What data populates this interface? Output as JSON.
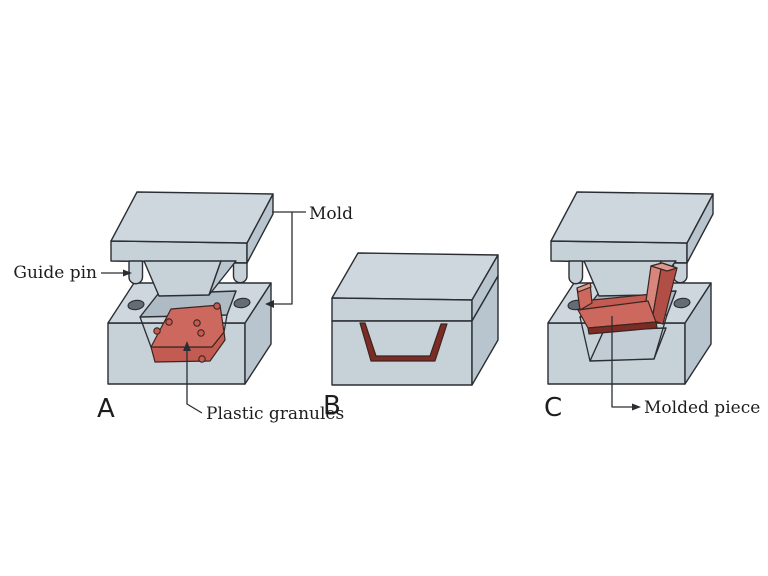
{
  "diagram": {
    "subject": "compression-molding-stages",
    "labels": {
      "mold": "Mold",
      "guide_pin": "Guide pin",
      "plastic_granules": "Plastic granules",
      "molded_piece": "Molded piece"
    },
    "stages": [
      {
        "letter": "A"
      },
      {
        "letter": "B"
      },
      {
        "letter": "C"
      }
    ],
    "colors": {
      "background": "#ffffff",
      "body_top": "#cdd7dd",
      "body_front": "#c6d1d8",
      "body_side": "#b9c5ce",
      "cavity_wall": "#aebbc4",
      "cavity_floor": "#c2ccd4",
      "hole": "#646d75",
      "plastic": "#cd685e",
      "plastic_shade": "#c25b51",
      "plastic_dark": "#7d2b25",
      "plastic_rim": "#de978d",
      "plastic_inner_wall": "#d8857b",
      "plastic_outer_wall": "#b14f46",
      "granule": "#c65b51",
      "plastic_outline": "#3c2521",
      "outline": "#2a2e32",
      "text": "#1d1d1d"
    }
  }
}
